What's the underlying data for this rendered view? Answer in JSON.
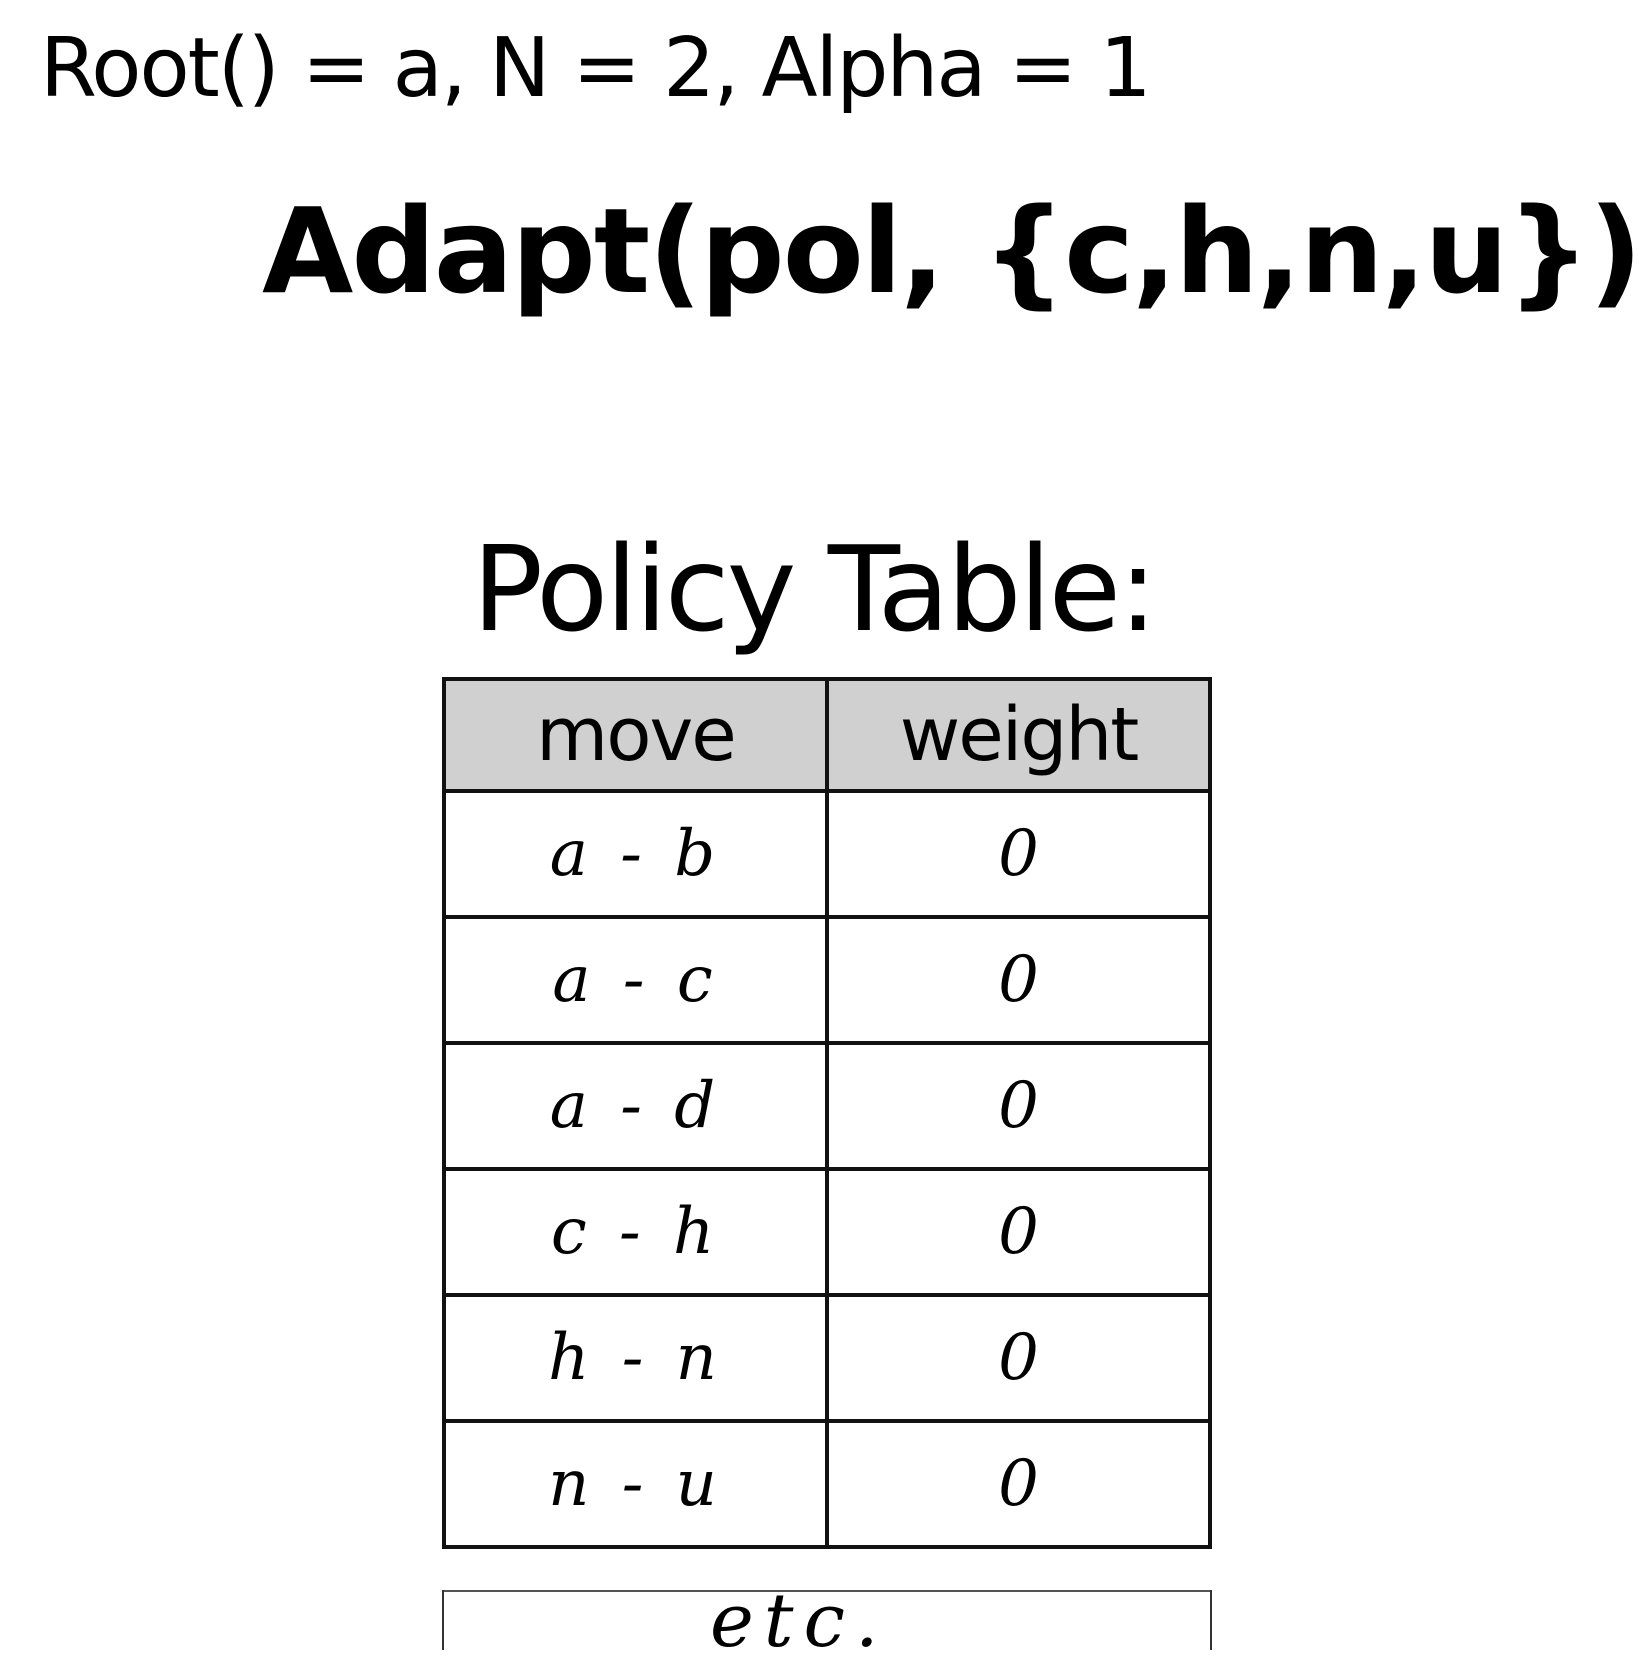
{
  "header": {
    "params": "Root() = a, N = 2, Alpha = 1",
    "call": "Adapt(pol, {c,h,n,u})"
  },
  "table": {
    "title": "Policy Table:",
    "columns": [
      "move",
      "weight"
    ],
    "rows": [
      {
        "move": "a - b",
        "weight": "0"
      },
      {
        "move": "a - c",
        "weight": "0"
      },
      {
        "move": "a - d",
        "weight": "0"
      },
      {
        "move": "c - h",
        "weight": "0"
      },
      {
        "move": "h - n",
        "weight": "0"
      },
      {
        "move": "n - u",
        "weight": "0"
      }
    ],
    "continuation": "etc."
  }
}
